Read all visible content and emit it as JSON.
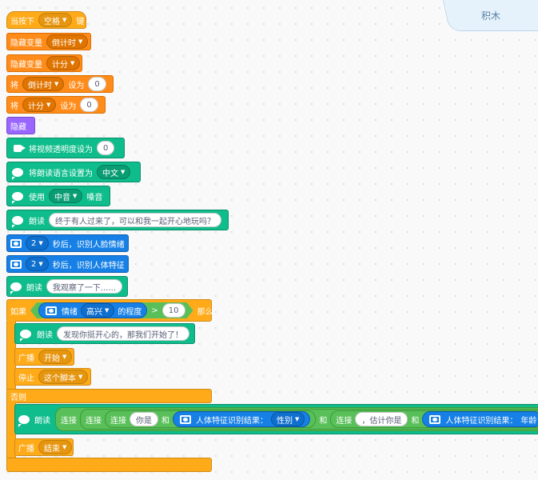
{
  "tab": {
    "label": "积木"
  },
  "blocks": {
    "when_key": {
      "prefix": "当按下",
      "key": "空格",
      "suffix": "键"
    },
    "hide_var1": {
      "label": "隐藏变量",
      "var": "倒计时"
    },
    "hide_var2": {
      "label": "隐藏变量",
      "var": "计分"
    },
    "set_var1": {
      "label": "将",
      "var": "倒计时",
      "mid": "设为",
      "value": "0"
    },
    "set_var2": {
      "label": "将",
      "var": "计分",
      "mid": "设为",
      "value": "0"
    },
    "hide": {
      "label": "隐藏"
    },
    "video": {
      "label": "将视频透明度设为",
      "value": "0"
    },
    "tts_lang": {
      "label": "将朗读语言设置为",
      "value": "中文"
    },
    "tts_voice": {
      "label": "使用",
      "voice": "中音",
      "suffix": "嗓音"
    },
    "say1": {
      "label": "朗读",
      "text": "终于有人过来了，可以和我一起开心地玩吗？"
    },
    "face1": {
      "count": "2",
      "label": "秒后，识别人脸情绪"
    },
    "face2": {
      "count": "2",
      "label": "秒后，识别人体特征"
    },
    "say2": {
      "label": "朗读",
      "text": "我观察了一下......"
    },
    "if_block": {
      "if_label": "如果",
      "emotion_label": "情绪",
      "emotion_value": "高兴",
      "degree_label": "的程度",
      "gt": ">",
      "threshold": "10",
      "then_label": "那么",
      "say_label": "朗读",
      "say_text": "发现你挺开心的，那我们开始了！",
      "broadcast_label": "广播",
      "broadcast_msg": "开始",
      "stop_label": "停止",
      "stop_value": "这个脚本",
      "else_label": "否则",
      "say2_label": "朗读",
      "join": "连接",
      "text_you_are": "你是",
      "and": "和",
      "body_result": "人体特征识别结果：",
      "gender": "性别",
      "estimate": "，估计你是",
      "age": "年龄",
      "broadcast2_label": "广播",
      "broadcast2_msg": "结束"
    }
  }
}
